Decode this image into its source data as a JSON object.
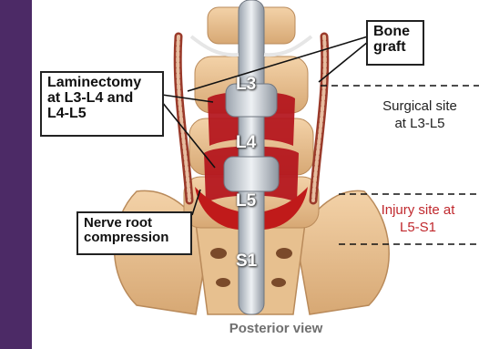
{
  "figure": {
    "callouts": {
      "bone_graft": "Bone\ngraft",
      "laminectomy": "Laminectomy\nat L3-L4 and\nL4-L5",
      "nerve_root": "Nerve root\ncompression"
    },
    "sites": {
      "surgical": "Surgical site\nat L3-L5",
      "injury": "Injury site at\nL5-S1"
    },
    "vertebrae": {
      "l3": "L3",
      "l4": "L4",
      "l5": "L5",
      "s1": "S1"
    },
    "caption": "Posterior view",
    "colors": {
      "accent_bar": "#4c2a66",
      "injury_text": "#c0282d",
      "bone": "#e2b98a",
      "red_tissue": "#b3121b"
    }
  }
}
